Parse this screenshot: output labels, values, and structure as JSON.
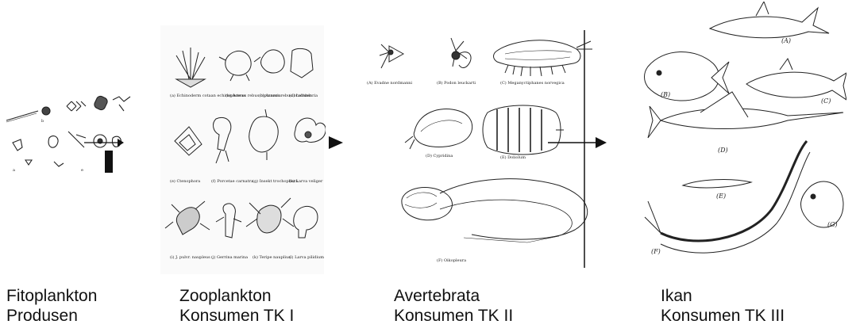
{
  "stages": [
    {
      "id": "fitoplankton",
      "name": "Fitoplankton",
      "role": "Produsen"
    },
    {
      "id": "zooplankton",
      "name": "Zooplankton",
      "role": "Konsumen TK I"
    },
    {
      "id": "avertebrata",
      "name": "Avertebrata",
      "role": "Konsumen TK II"
    },
    {
      "id": "ikan",
      "name": "Ikan",
      "role": "Konsumen TK III"
    }
  ],
  "zooplankton_labels": [
    "(a) Echinoderm cotaan echinopluteus",
    "(b) Acerus rebus bipinnaria",
    "(c) Acarus rebus brachiolaria",
    "(d) Lobster",
    "(e) Ctenophora",
    "(f) Porcetae carnatra",
    "(g) Insekt trochophora",
    "(h) Larva veliger",
    "(i) J. pulvr. naupleus",
    "(j) Gerrina marina",
    "(k) Teripe nauplius",
    "(l) Larva pilidium"
  ],
  "invertebrate_labels": {
    "a": "(A) Evadne nordmanni",
    "b": "(B) Podon leuckarti",
    "c": "(C) Meganyctiphanes norvegica",
    "d": "(D) Cypridina",
    "e": "(E) Doliolum",
    "f": "(F) Oikopleura"
  },
  "fish_labels": [
    "(A)",
    "(B)",
    "(C)",
    "(D)",
    "(E)",
    "(F)",
    "(G)"
  ]
}
